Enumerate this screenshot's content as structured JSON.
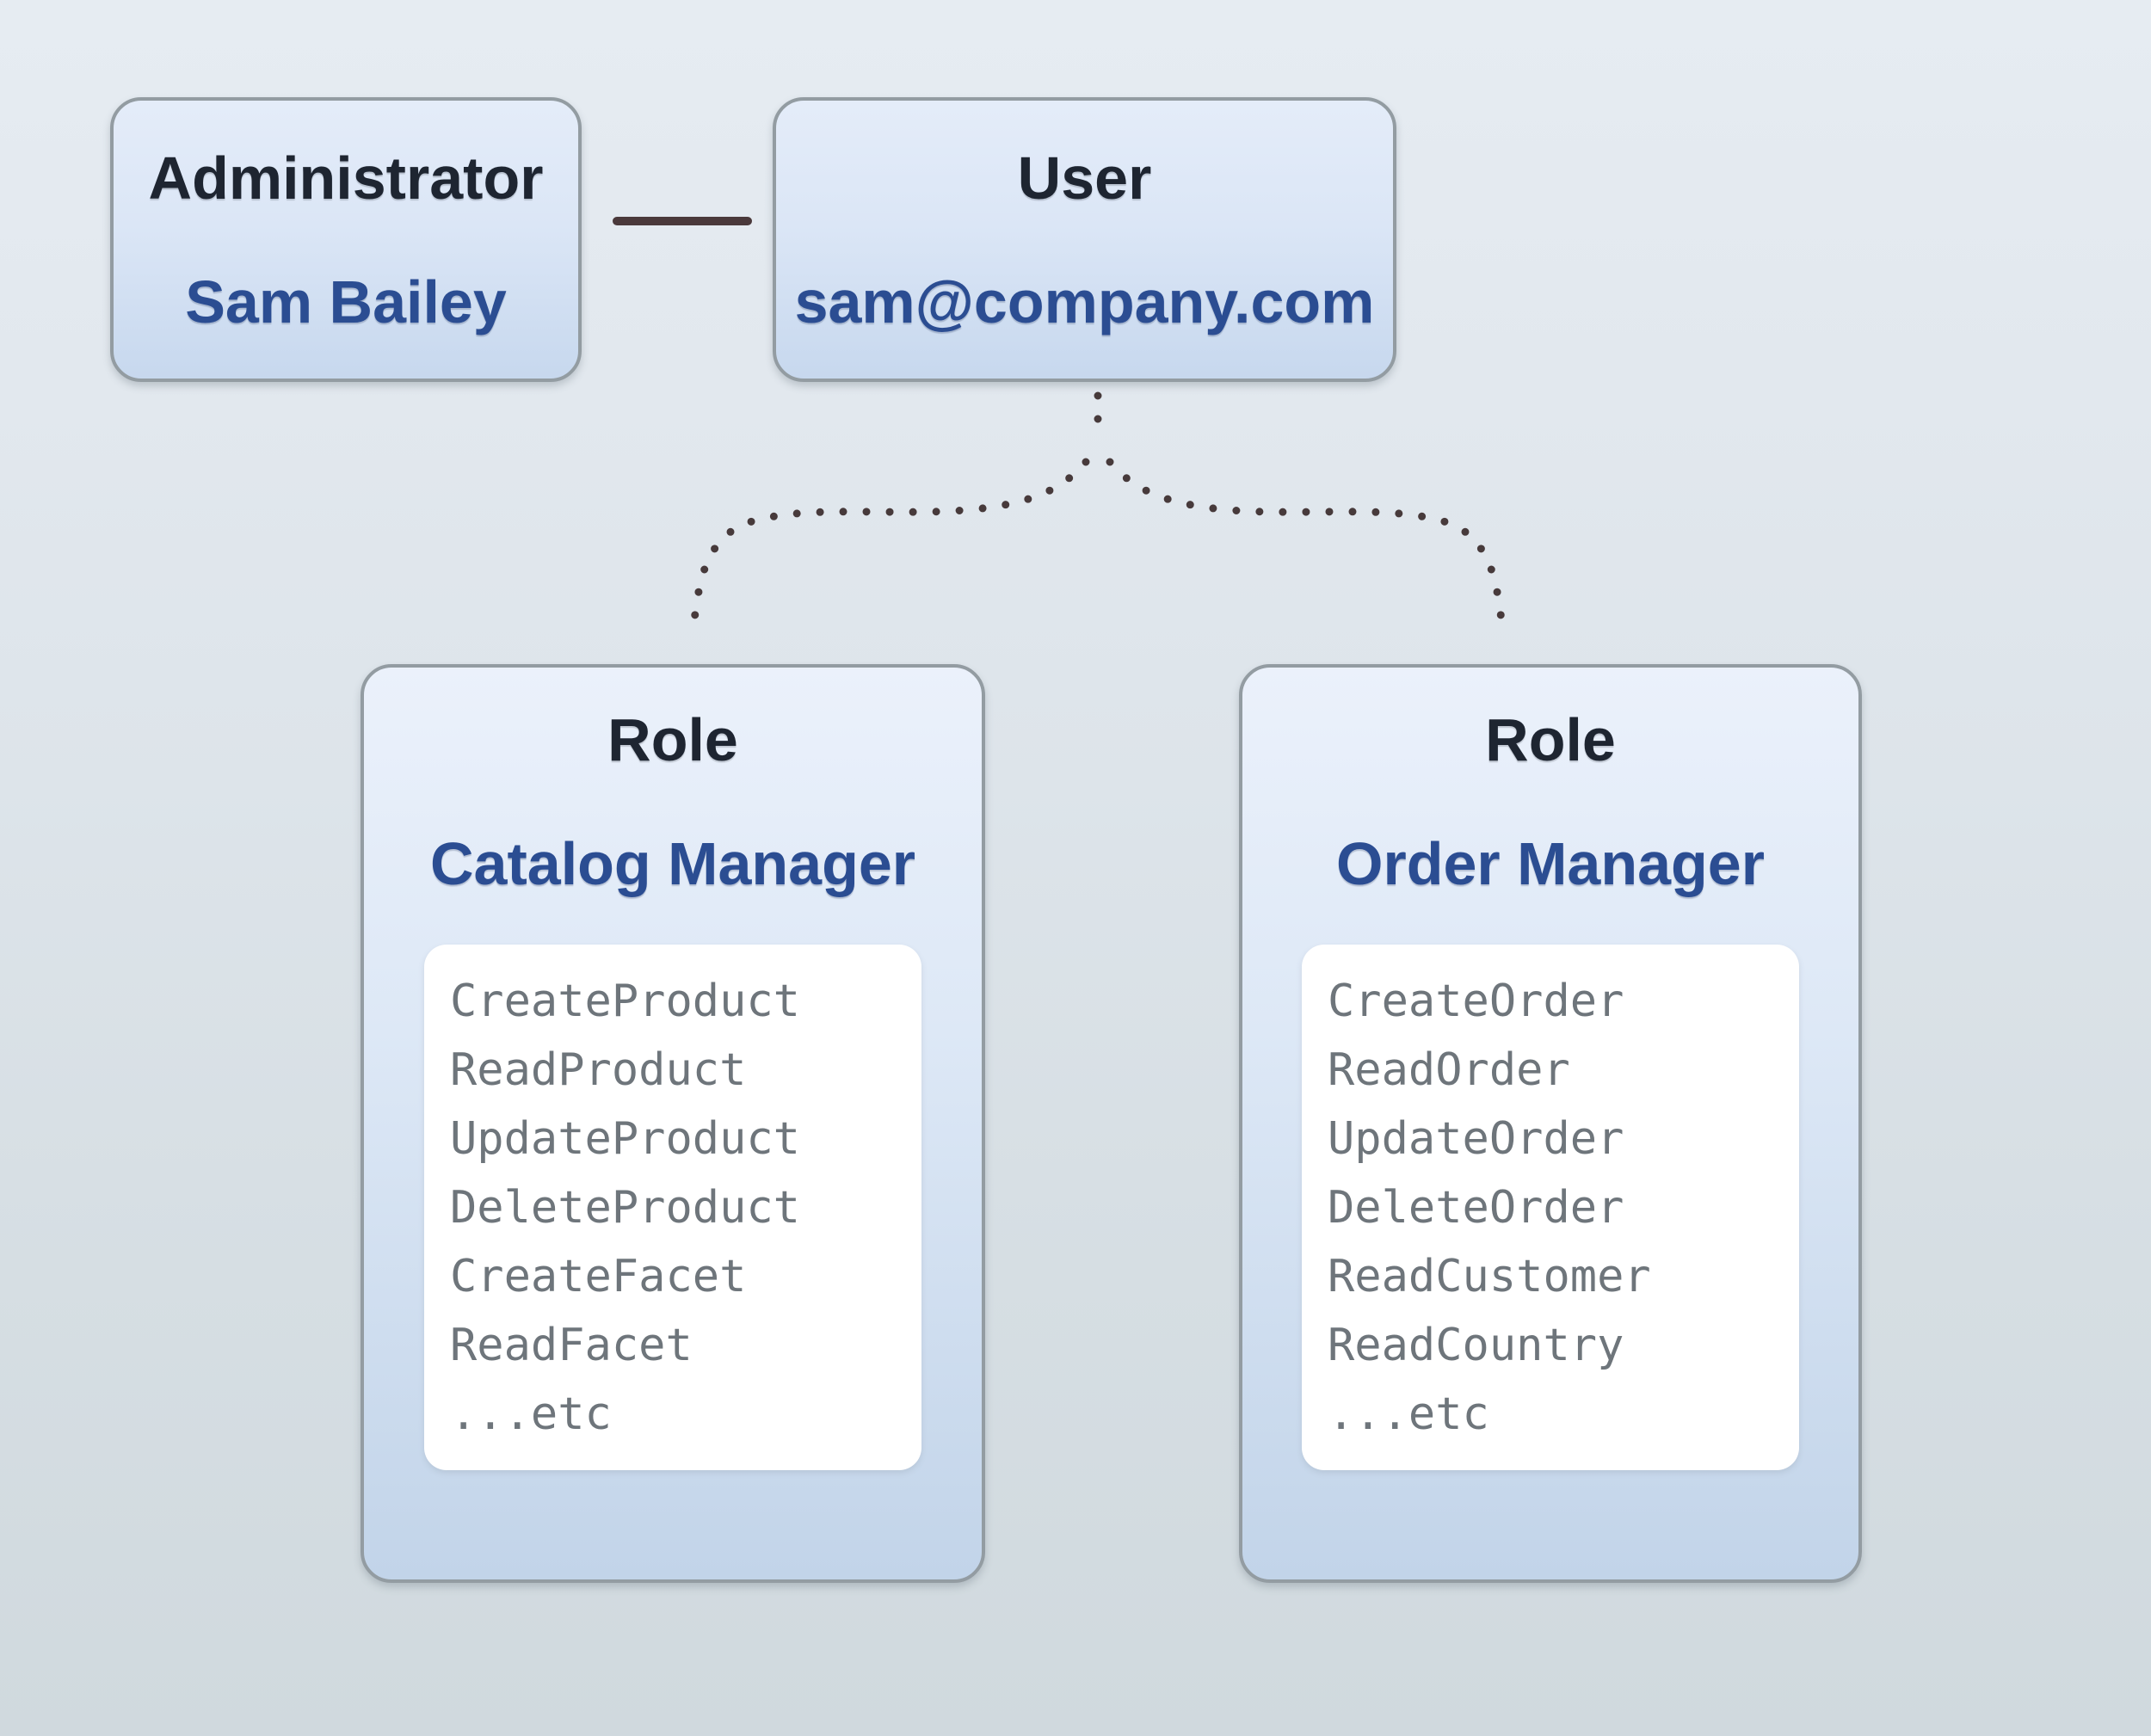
{
  "admin_box": {
    "title": "Administrator",
    "name": "Sam Bailey"
  },
  "user_box": {
    "title": "User",
    "email": "sam@company.com"
  },
  "roles": [
    {
      "title": "Role",
      "name": "Catalog Manager",
      "permissions": [
        "CreateProduct",
        "ReadProduct",
        "UpdateProduct",
        "DeleteProduct",
        "CreateFacet",
        "ReadFacet",
        "...etc"
      ]
    },
    {
      "title": "Role",
      "name": "Order Manager",
      "permissions": [
        "CreateOrder",
        "ReadOrder",
        "UpdateOrder",
        "DeleteOrder",
        "ReadCustomer",
        "ReadCountry",
        "...etc"
      ]
    }
  ],
  "colors": {
    "connector": "#4a393b",
    "dotted_connector": "#473a3b",
    "box_border": "#939ca2",
    "title_text": "#1e2531",
    "accent_blue": "#2b4d92",
    "list_text": "#6e757b"
  }
}
